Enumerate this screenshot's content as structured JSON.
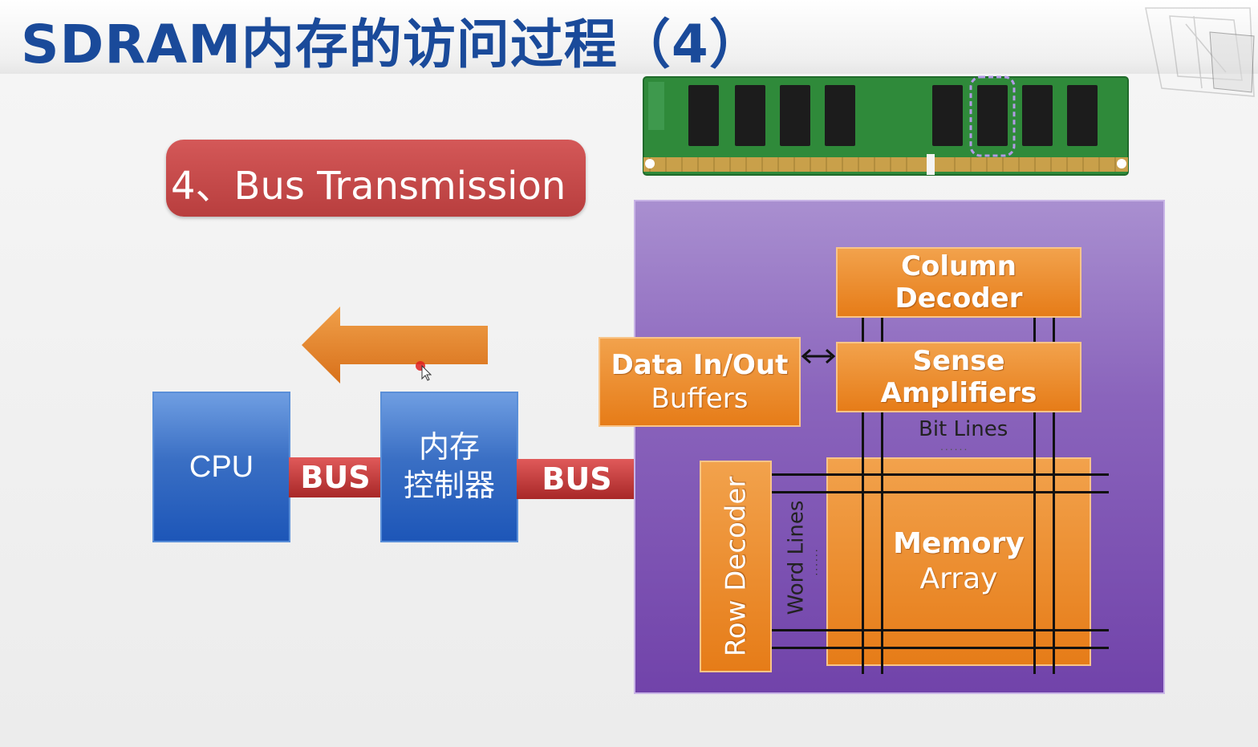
{
  "slide": {
    "title": "SDRAM内存的访问过程（4）",
    "step_label": "4、Bus Transmission"
  },
  "diagram": {
    "cpu_label": "CPU",
    "controller_label_line1": "内存",
    "controller_label_line2": "控制器",
    "bus_label_1": "BUS",
    "bus_label_2": "BUS",
    "column_decoder": "Column Decoder",
    "sense_amplifiers": "Sense Amplifiers",
    "data_buffers_line1": "Data In/Out",
    "data_buffers_line2": "Buffers",
    "bit_lines": "Bit Lines",
    "word_lines": "Word Lines",
    "row_decoder": "Row Decoder",
    "memory_array_line1": "Memory",
    "memory_array_line2": "Array",
    "ellipsis": "......"
  },
  "colors": {
    "title": "#1a4a9a",
    "pill": "#c44a4a",
    "cpu_box": "#2e67c0",
    "bus": "#b83030",
    "chip_panel": "#8256b8",
    "orange_block": "#ec8a28",
    "arrow": "#e88a2a"
  },
  "icons": {
    "data_flow_arrow": "left-arrow-icon",
    "bidirectional": "double-arrow-icon",
    "cursor": "mouse-pointer-icon"
  }
}
